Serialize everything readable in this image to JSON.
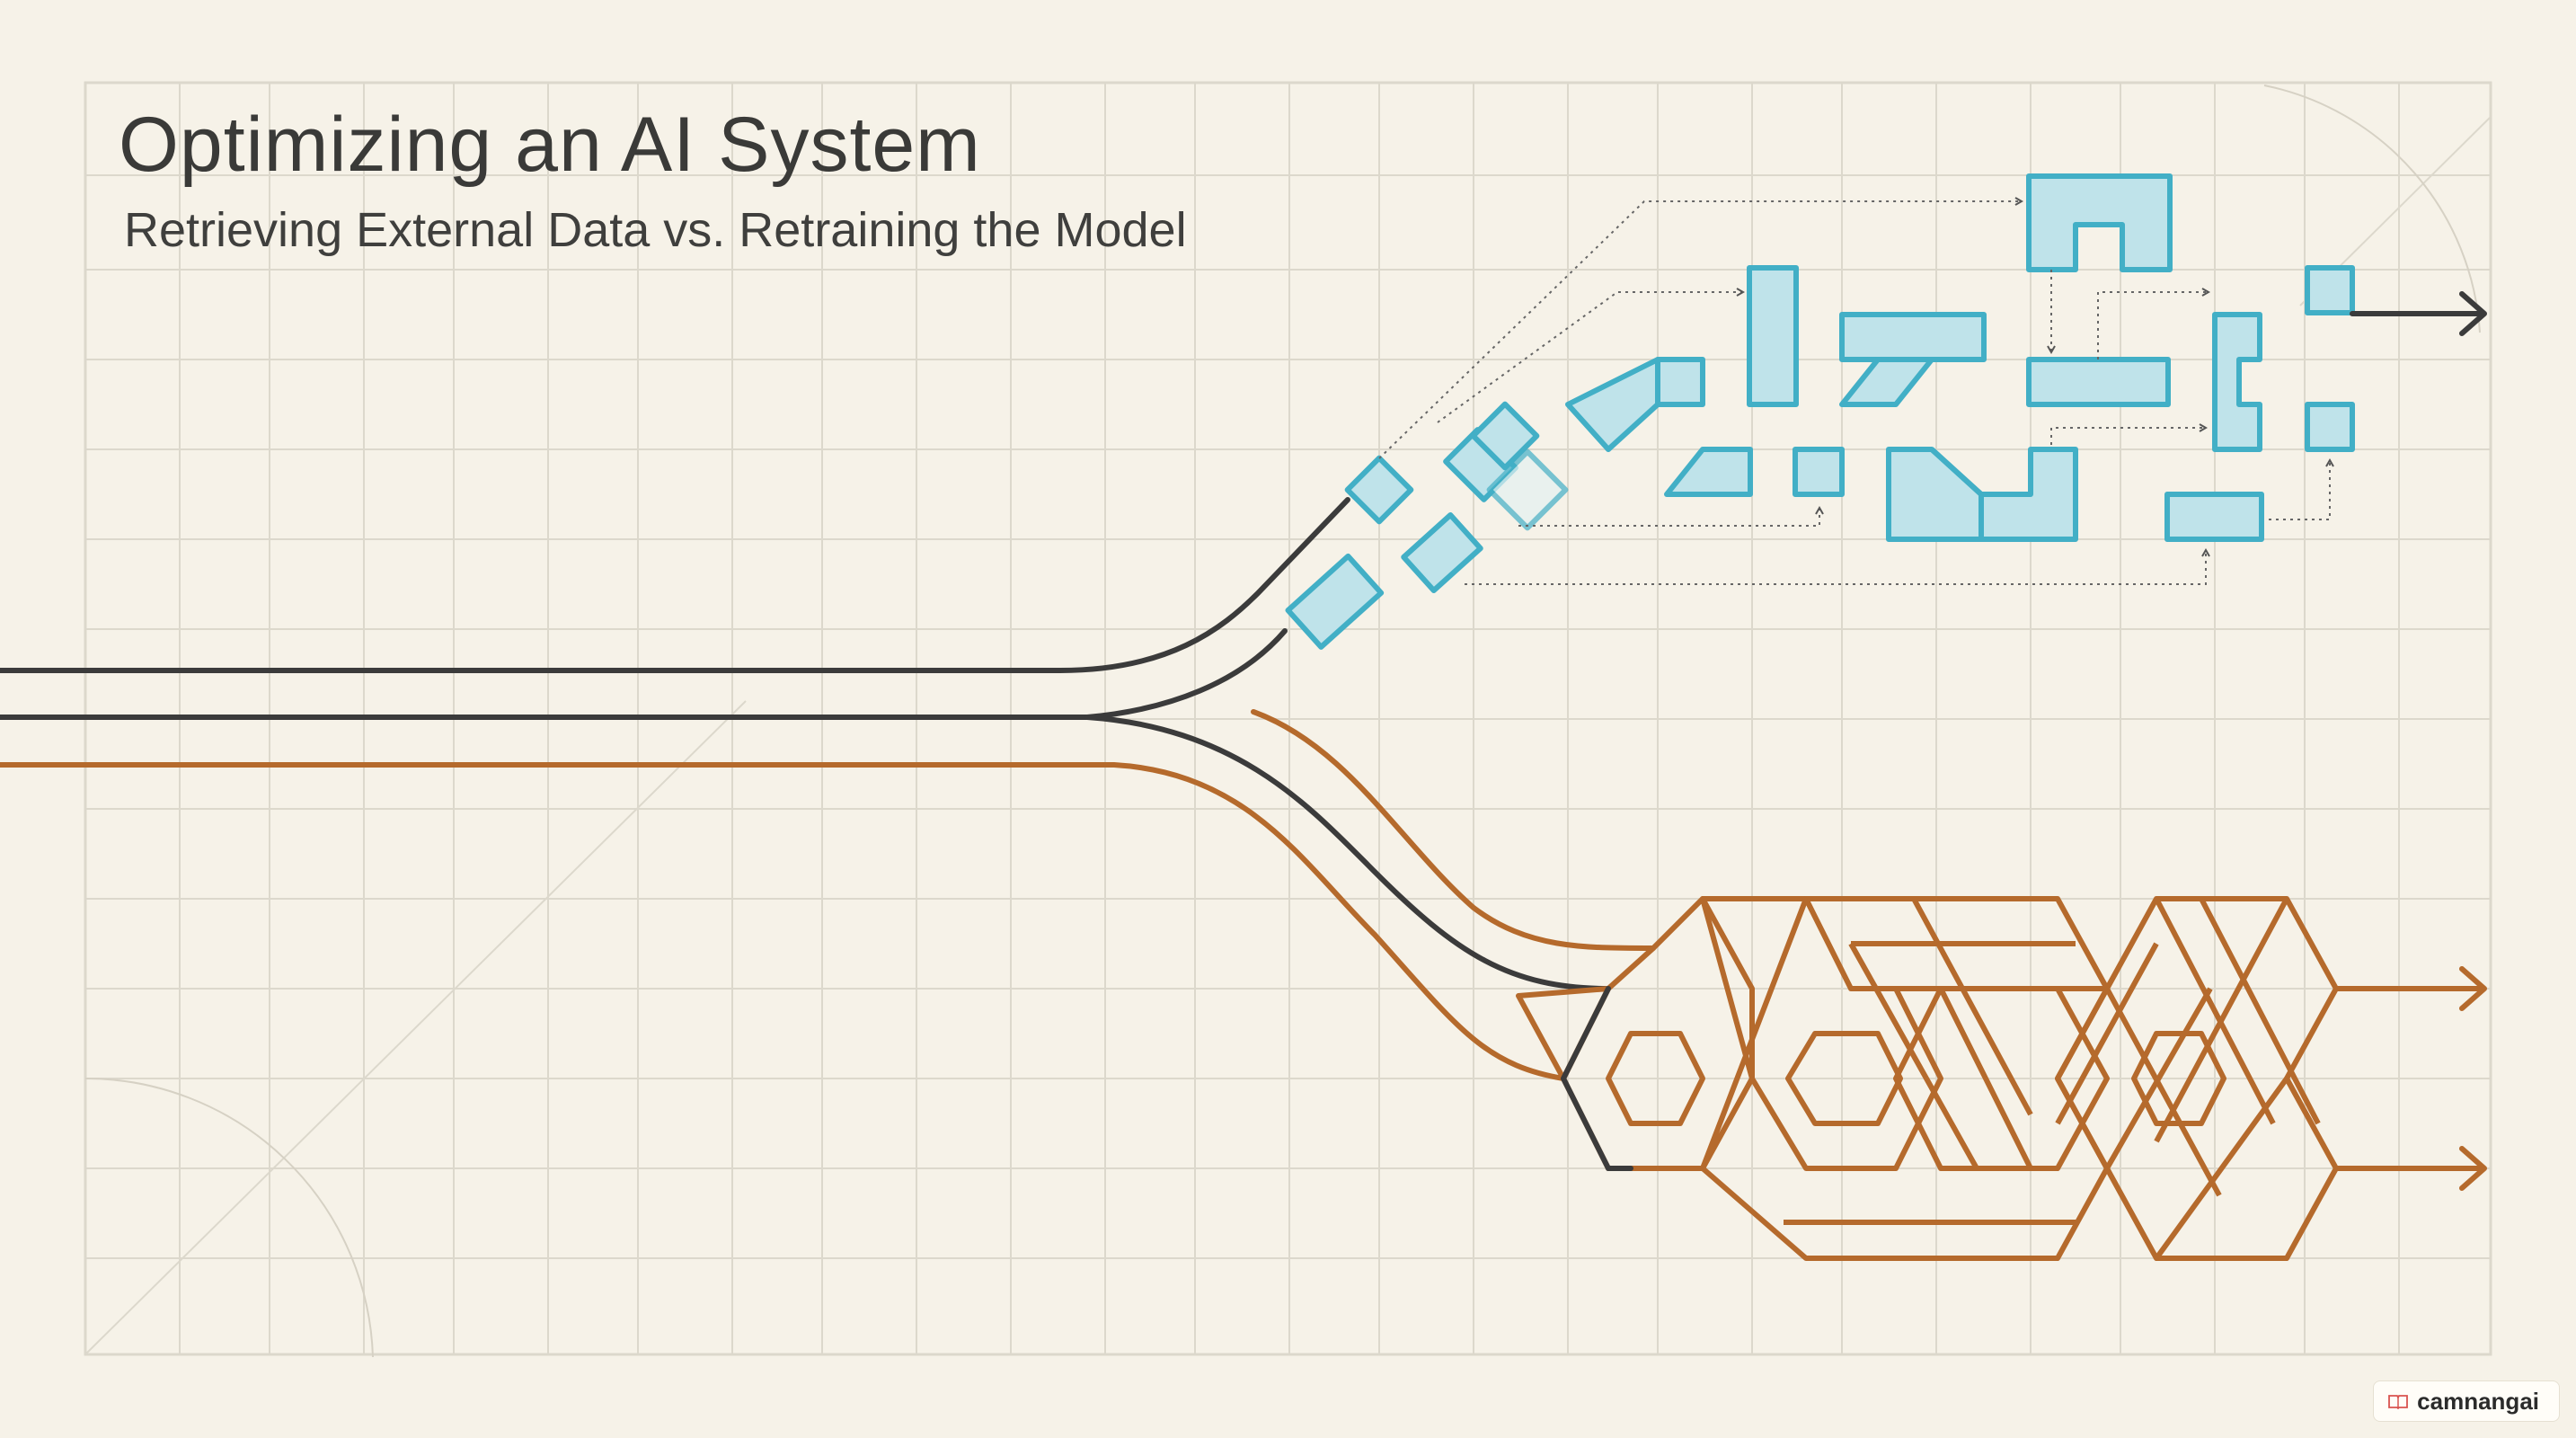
{
  "title": "Optimizing an AI System",
  "subtitle": "Retrieving External Data vs. Retraining the Model",
  "watermark": {
    "text": "camnangai",
    "icon": "book-icon"
  },
  "colors": {
    "background": "#f6f2e8",
    "grid": "#dcd8cc",
    "line": "#3b3b3b",
    "retrieval": "#42afc6",
    "retrieval_fill": "#bfe3ea",
    "retraining": "#b56a2c"
  },
  "icons": [
    "arrow-right-icon",
    "book-icon"
  ]
}
